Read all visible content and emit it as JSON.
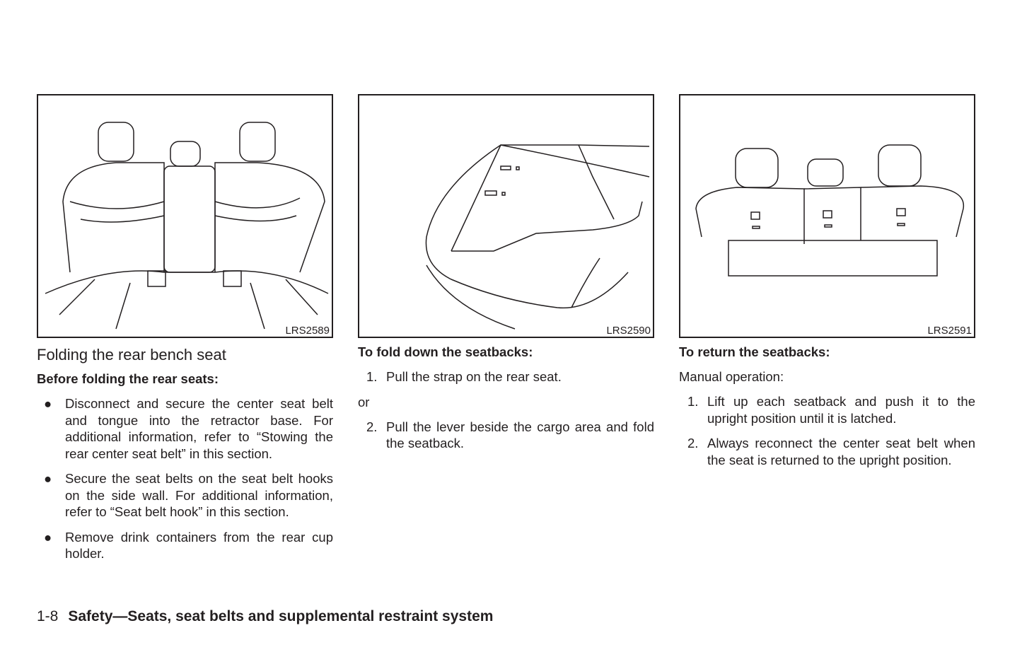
{
  "figures": [
    {
      "id": "LRS2589"
    },
    {
      "id": "LRS2590"
    },
    {
      "id": "LRS2591"
    }
  ],
  "col1": {
    "heading": "Folding the rear bench seat",
    "subheading": "Before folding the rear seats:",
    "bullet": "●",
    "items": [
      "Disconnect and secure the center seat belt and tongue into the retractor base. For additional information, refer to “Stowing the rear center seat belt” in this section.",
      "Secure the seat belts on the seat belt hooks on the side wall. For additional information, refer to “Seat belt hook” in this section.",
      "Remove drink containers from the rear cup holder."
    ]
  },
  "col2": {
    "subheading": "To fold down the seatbacks:",
    "step1_num": "1.",
    "step1": "Pull the strap on the rear seat.",
    "or": "or",
    "step2_num": "2.",
    "step2": "Pull the lever beside the cargo area and fold the seatback."
  },
  "col3": {
    "subheading": "To return the seatbacks:",
    "intro": "Manual operation:",
    "steps": [
      {
        "num": "1.",
        "text": "Lift up each seatback and push it to the upright position until it is latched."
      },
      {
        "num": "2.",
        "text": "Always reconnect the center seat belt when the seat is returned to the upright position."
      }
    ]
  },
  "footer": {
    "page": "1-8",
    "section": "Safety—Seats, seat belts and supplemental restraint system"
  }
}
